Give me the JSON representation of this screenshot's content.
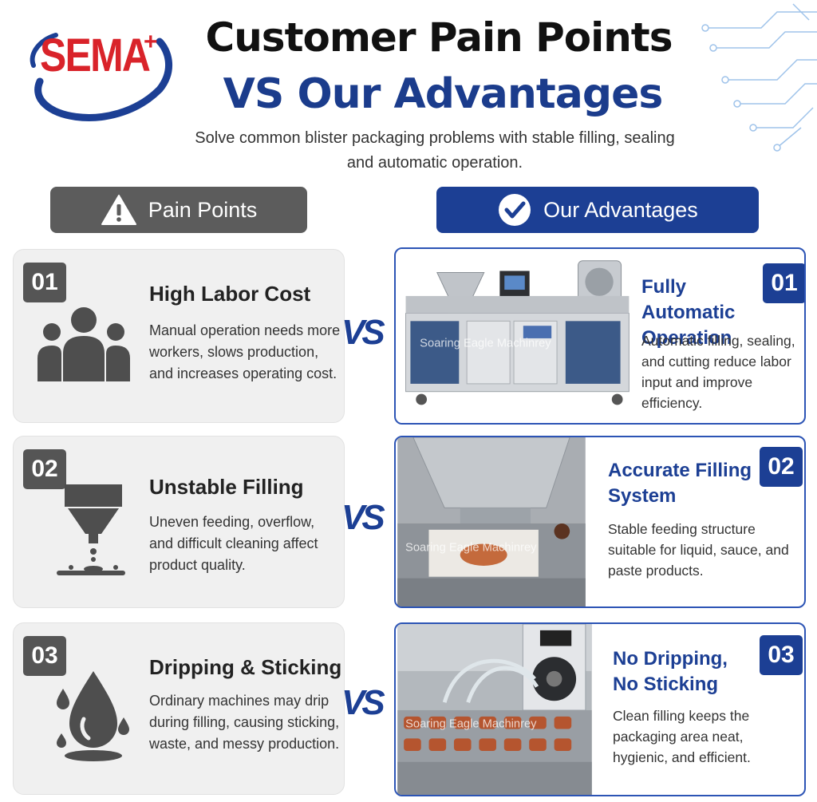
{
  "brand": {
    "logo_text": "SEMA",
    "logo_plus": "+"
  },
  "header": {
    "title_line1": "Customer Pain Points",
    "title_line2": "VS Our Advantages",
    "subtitle": "Solve common blister packaging problems with stable filling, sealing and automatic operation."
  },
  "columns": {
    "pain_label": "Pain Points",
    "adv_label": "Our Advantages"
  },
  "vs_label": "VS",
  "watermark": "Soaring Eagle Machinrey",
  "pain_points": [
    {
      "num": "01",
      "title": "High Labor Cost",
      "desc": "Manual operation needs more workers, slows production, and increases operating cost.",
      "icon": "people-group-icon"
    },
    {
      "num": "02",
      "title": "Unstable Filling",
      "desc": "Uneven feeding, overflow, and difficult cleaning affect product quality.",
      "icon": "dripping-nozzle-icon"
    },
    {
      "num": "03",
      "title": "Dripping & Sticking",
      "desc": "Ordinary machines may drip during filling, causing sticking, waste, and messy production.",
      "icon": "water-drop-icon"
    }
  ],
  "advantages": [
    {
      "num": "01",
      "title": "Fully Automatic Operation",
      "desc": "Automatic filling, sealing, and cutting reduce labor input and improve efficiency.",
      "photo": "blister-machine-photo"
    },
    {
      "num": "02",
      "title": "Accurate Filling System",
      "desc": "Stable feeding structure suitable for liquid, sauce, and paste products.",
      "photo": "filling-hopper-photo"
    },
    {
      "num": "03",
      "title": "No Dripping, No Sticking",
      "desc": "Clean filling keeps the packaging area neat, hygienic, and efficient.",
      "photo": "peristaltic-pump-photo"
    }
  ],
  "colors": {
    "brand_red": "#d9232a",
    "navy": "#1c3f94",
    "grey_label": "#5c5c5c"
  }
}
